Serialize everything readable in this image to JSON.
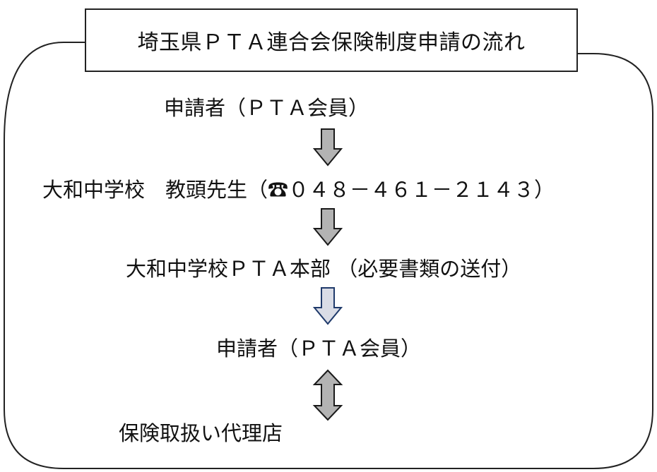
{
  "title": "埼玉県ＰＴＡ連合会保険制度申請の流れ",
  "steps": [
    {
      "label": "申請者（ＰＴＡ会員）"
    },
    {
      "label": "大和中学校　教頭先生（☎０４８－４６１－２１４３）"
    },
    {
      "label": "大和中学校ＰＴＡ本部 （必要書類の送付）"
    },
    {
      "label": "申請者（ＰＴＡ会員）"
    },
    {
      "label": "保険取扱い代理店"
    }
  ],
  "arrows": [
    {
      "direction": "down",
      "fill": "#b3b3b3",
      "stroke": "#1a1a1a"
    },
    {
      "direction": "down",
      "fill": "#b3b3b3",
      "stroke": "#1a1a1a"
    },
    {
      "direction": "down",
      "fill": "#d9dce6",
      "stroke": "#1f3a6b"
    },
    {
      "direction": "both",
      "fill": "#b3b3b3",
      "stroke": "#1a1a1a"
    }
  ]
}
